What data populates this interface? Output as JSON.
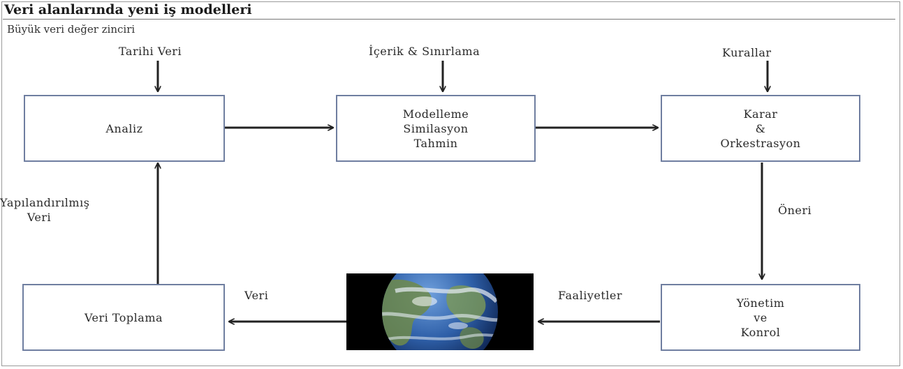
{
  "header": {
    "title": "Veri alanlarında yeni iş modelleri",
    "subtitle": "Büyük veri değer zinciri"
  },
  "boxes": {
    "analiz": [
      "Analiz"
    ],
    "modelleme": [
      "Modelleme",
      "Similasyon",
      "Tahmin"
    ],
    "karar": [
      "Karar",
      "&",
      "Orkestrasyon"
    ],
    "veri_toplama": [
      "Veri Toplama"
    ],
    "yonetim": [
      "Yönetim",
      "ve",
      "Konrol"
    ]
  },
  "labels": {
    "tarihi_veri": "Tarihi Veri",
    "icerik": "İçerik & Sınırlama",
    "kurallar": "Kurallar",
    "yapilandirilmis": [
      "Yapılandırılmış",
      "Veri"
    ],
    "oneri": "Öneri",
    "veri": "Veri",
    "faaliyetler": "Faaliyetler"
  },
  "globe": {
    "icon": "earth-globe",
    "ocean_color": "#2e5fa8",
    "land_color": "#6e8a4a",
    "cloud_color": "#e8eef5"
  }
}
